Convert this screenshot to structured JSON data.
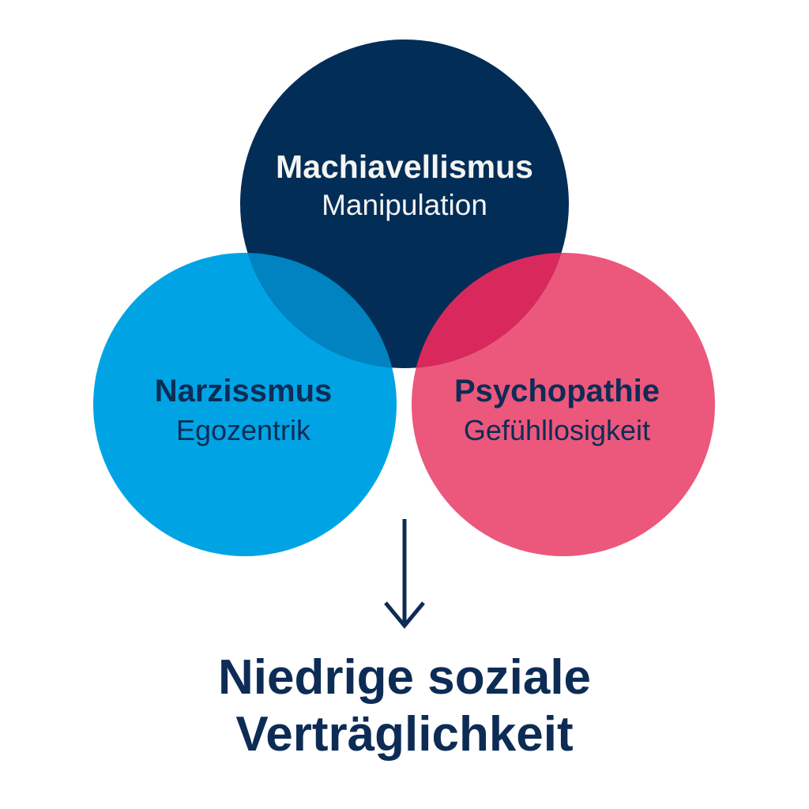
{
  "diagram": {
    "type": "venn",
    "circles": [
      {
        "id": "machiavellismus",
        "title": "Machiavellismus",
        "subtitle": "Manipulation",
        "color": "#012d57",
        "position": "top"
      },
      {
        "id": "narzissmus",
        "title": "Narzissmus",
        "subtitle": "Egozentrik",
        "color": "#00a4e4",
        "position": "bottom-left"
      },
      {
        "id": "psychopathie",
        "title": "Psychopathie",
        "subtitle": "Gefühllosigkeit",
        "color": "#ec577c",
        "position": "bottom-right"
      }
    ],
    "overlap_colors": {
      "machiavellismus_narzissmus": "#0083c0",
      "machiavellismus_psychopathie": "#d9285c",
      "narzissmus_psychopathie": "#d4778e"
    },
    "arrow": {
      "direction": "down",
      "color": "#0d2c55"
    },
    "conclusion": {
      "line1": "Niedrige soziale",
      "line2": "Verträglichkeit"
    },
    "text_color": "#0d2c55",
    "background": "#ffffff"
  }
}
